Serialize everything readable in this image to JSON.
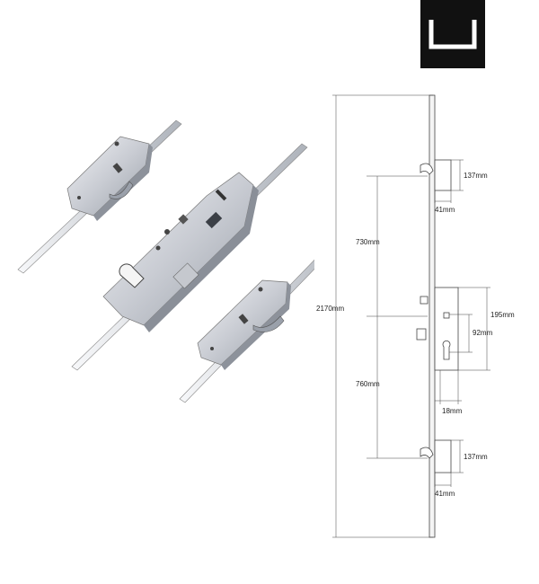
{
  "brand": {
    "logo_icon": "u-channel-logo-icon",
    "logo_bg": "#111111",
    "logo_fg": "#ffffff"
  },
  "dimensions": {
    "overall_height": "2170mm",
    "upper_spacing": "730mm",
    "lower_spacing": "760mm",
    "top_keep_height": "137mm",
    "top_keep_width": "41mm",
    "gearbox_height": "195mm",
    "centres": "92mm",
    "backset": "18mm",
    "bottom_keep_height": "137mm",
    "bottom_keep_width": "41mm"
  },
  "colors": {
    "line": "#444444",
    "steel_light": "#e8eaee",
    "steel_mid": "#b8bcc4",
    "steel_dark": "#7a7f88"
  }
}
